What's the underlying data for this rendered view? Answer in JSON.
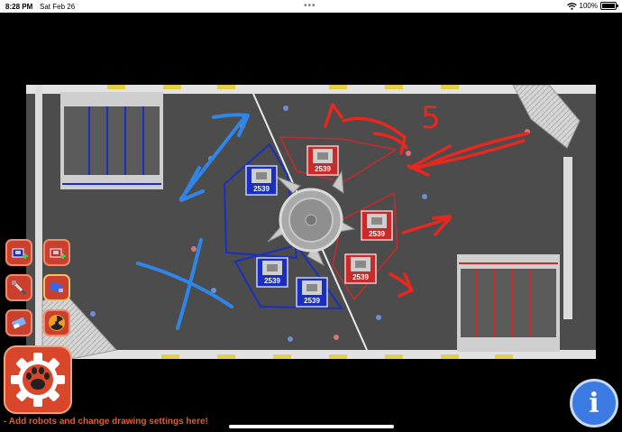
{
  "status_bar": {
    "time": "8:28 PM",
    "date": "Sat Feb 26",
    "battery": "100%"
  },
  "field": {
    "robots": [
      {
        "team": "2539",
        "alliance": "blue"
      },
      {
        "team": "2539",
        "alliance": "blue"
      },
      {
        "team": "2539",
        "alliance": "blue"
      },
      {
        "team": "2539",
        "alliance": "red"
      },
      {
        "team": "2539",
        "alliance": "red"
      },
      {
        "team": "2539",
        "alliance": "red"
      }
    ],
    "annotation_text": "5"
  },
  "toolbar": {
    "buttons": [
      {
        "name": "add-blue-robot-button",
        "icon": "robot-add-icon"
      },
      {
        "name": "add-red-robot-button",
        "icon": "robot-add-icon"
      },
      {
        "name": "draw-settings-button",
        "icon": "paint-icon"
      },
      {
        "name": "highlight-button",
        "icon": "highlighter-icon"
      },
      {
        "name": "eraser-button",
        "icon": "eraser-icon"
      },
      {
        "name": "clear-all-button",
        "icon": "radiation-icon"
      }
    ],
    "hint": "- Add robots and change drawing settings here!"
  },
  "colors": {
    "blue": "#1a2fbf",
    "red": "#c92a2a",
    "draw_blue": "#2f86ea",
    "draw_red": "#e8281e",
    "button": "#d9472a",
    "info": "#3b79e3"
  }
}
